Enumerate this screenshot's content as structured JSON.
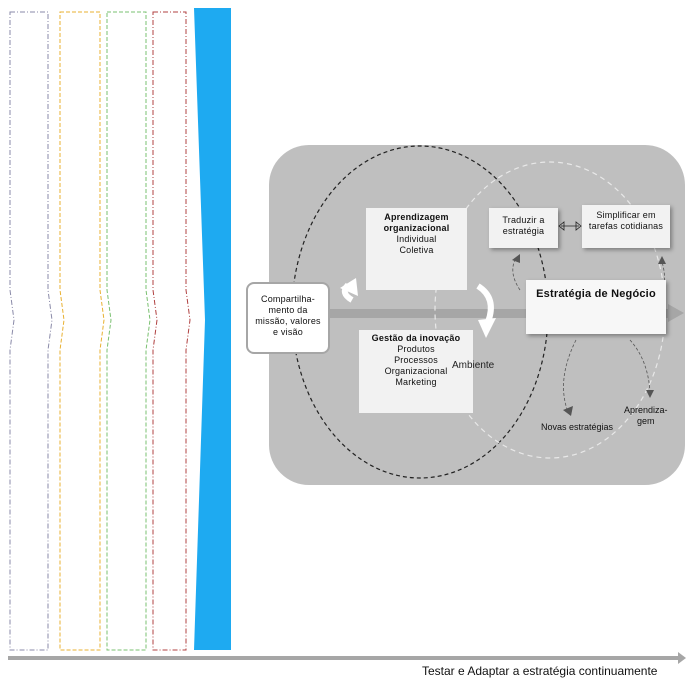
{
  "left_box": {
    "lines": [
      "Compartilha-",
      "mento da",
      "missão, valores",
      "e visão"
    ]
  },
  "aprendizagem": {
    "title_lines": [
      "Aprendizagem",
      "organizacional"
    ],
    "lines": [
      "Individual",
      "Coletiva"
    ]
  },
  "gestao": {
    "title": "Gestão da inovação",
    "lines": [
      "Produtos",
      "Processos",
      "Organizacional",
      "Marketing"
    ]
  },
  "traduzir": {
    "lines": [
      "Traduzir a",
      "estratégia"
    ]
  },
  "simplificar": {
    "lines": [
      "Simplificar em",
      "tarefas cotidianas"
    ]
  },
  "estrategia": {
    "label": "Estratégia de Negócio"
  },
  "ambiente": {
    "label": "Ambiente"
  },
  "novas": {
    "label": "Novas estratégias"
  },
  "aprendiz": {
    "lines": [
      "Aprendiza-",
      "gem"
    ]
  },
  "bottom": {
    "label": "Testar e Adaptar a estratégia continuamente"
  },
  "colors": {
    "blue_band": "#1eaaf1",
    "panel": "#bfbfbf",
    "arrow_gray": "#a6a6a6"
  }
}
